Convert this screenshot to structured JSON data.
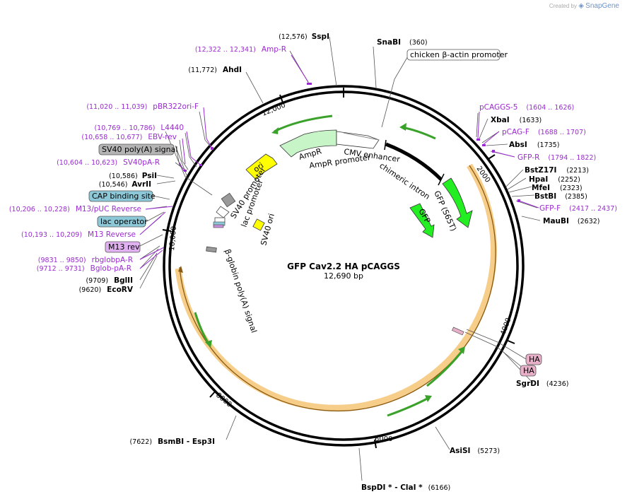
{
  "credit": {
    "prefix": "Created by",
    "brand": "SnapGene"
  },
  "plasmid": {
    "name": "GFP Cav2.2 HA pCAGGS",
    "length": "12,690 bp"
  },
  "ticks": [
    "2000",
    "4000",
    "6000",
    "8000",
    "10,000",
    "12,000"
  ],
  "sites": [
    {
      "id": "sspi",
      "pos": "(12,576)",
      "name": "SspI"
    },
    {
      "id": "snabi",
      "pos": "(360)",
      "name": "SnaBI"
    },
    {
      "id": "ahdi",
      "pos": "(11,772)",
      "name": "AhdI"
    },
    {
      "id": "xbai",
      "pos": "(1633)",
      "name": "XbaI"
    },
    {
      "id": "absi",
      "pos": "(1735)",
      "name": "AbsI"
    },
    {
      "id": "bstz17i",
      "pos": "(2213)",
      "name": "BstZ17I"
    },
    {
      "id": "hpai",
      "pos": "(2252)",
      "name": "HpaI"
    },
    {
      "id": "mfei",
      "pos": "(2323)",
      "name": "MfeI"
    },
    {
      "id": "bstbi",
      "pos": "(2385)",
      "name": "BstBI"
    },
    {
      "id": "maubi",
      "pos": "(2632)",
      "name": "MauBI"
    },
    {
      "id": "psti",
      "pos": "(10,586)",
      "name": "PsiI"
    },
    {
      "id": "avrii",
      "pos": "(10,546)",
      "name": "AvrII"
    },
    {
      "id": "bglii",
      "pos": "(9709)",
      "name": "BglII"
    },
    {
      "id": "ecorv",
      "pos": "(9620)",
      "name": "EcoRV"
    },
    {
      "id": "sgrdi",
      "pos": "(4236)",
      "name": "SgrDI"
    },
    {
      "id": "asisi",
      "pos": "(5273)",
      "name": "AsiSI"
    },
    {
      "id": "bspdi",
      "pos": "(6166)",
      "name": "BspDI *  - ClaI *"
    },
    {
      "id": "bsmbi",
      "pos": "(7622)",
      "name": "BsmBI    - Esp3I"
    }
  ],
  "primers": [
    {
      "id": "ampr",
      "pos": "(12,322 .. 12,341)",
      "name": "Amp-R"
    },
    {
      "id": "pbr322",
      "pos": "(11,020 .. 11,039)",
      "name": "pBR322ori-F"
    },
    {
      "id": "l4440",
      "pos": "(10,769 .. 10,786)",
      "name": "L4440"
    },
    {
      "id": "ebvrev",
      "pos": "(10,658 .. 10,677)",
      "name": "EBV-rev"
    },
    {
      "id": "sv40par",
      "pos": "(10,604 .. 10,623)",
      "name": "SV40pA-R"
    },
    {
      "id": "m13puc",
      "pos": "(10,206 .. 10,228)",
      "name": "M13/pUC Reverse"
    },
    {
      "id": "m13rev",
      "pos": "(10,193 .. 10,209)",
      "name": "M13 Reverse"
    },
    {
      "id": "rbglobpa",
      "pos": "(9831 .. 9850)",
      "name": "rbglobpA-R"
    },
    {
      "id": "bglobpa",
      "pos": "(9712 .. 9731)",
      "name": "Bglob-pA-R"
    },
    {
      "id": "pcaggs5",
      "pos": "(1604 .. 1626)",
      "name": "pCAGGS-5"
    },
    {
      "id": "pcagf",
      "pos": "(1688 .. 1707)",
      "name": "pCAG-F"
    },
    {
      "id": "gfpr",
      "pos": "(1794 .. 1822)",
      "name": "GFP-R"
    },
    {
      "id": "gfpf",
      "pos": "(2417 .. 2437)",
      "name": "GFP-F"
    }
  ],
  "boxed": {
    "chicken": "chicken β-actin promoter",
    "sv40polya": "SV40 poly(A) signal",
    "cap": "CAP binding site",
    "lacop": "lac operator",
    "m13rev": "M13 rev",
    "ha1": "HA",
    "ha2": "HA"
  },
  "features": {
    "ampr": "AmpR",
    "amprprom": "AmpR promoter",
    "cmv": "CMV enhancer",
    "chimeric": "chimeric intron",
    "gfps65t": "GFP (S65T)",
    "gfp": "GFP",
    "ori": "ori",
    "sv40prom": "SV40 promoter",
    "lacprom": "lac promoter",
    "sv40ori": "SV40 ori",
    "bglobin": "β-globin poly(A) signal"
  },
  "colors": {
    "primer": "#9a2bd0",
    "gfp": "#22ee22",
    "ori": "#ffff00",
    "cav": "#f5c26b",
    "tealbox": "#8cc8d8",
    "pinkbox": "#e8b0c8",
    "graybox": "#b4b4b4"
  }
}
